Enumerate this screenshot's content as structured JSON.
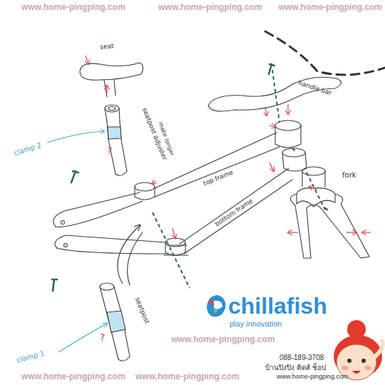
{
  "diagram": {
    "labels": [
      "seat",
      "seatpost adjuster",
      "make longer",
      "clamp 2",
      "?",
      "handle bar",
      "top frame",
      "bottom frame",
      "fork",
      "seatpost",
      "clamp 1",
      "?",
      "chillafish",
      "play innovation",
      "088-189-3708",
      "บ้านปิงปิง คิดส์ ช็อป",
      "www.home-pingping.com",
      "www.home-pingping.com",
      "www.home-pingping.com",
      "www.home-pingping.com",
      "www.home-pingping.com",
      "www.home-pingping.com",
      "www.home-pingping.com"
    ]
  }
}
